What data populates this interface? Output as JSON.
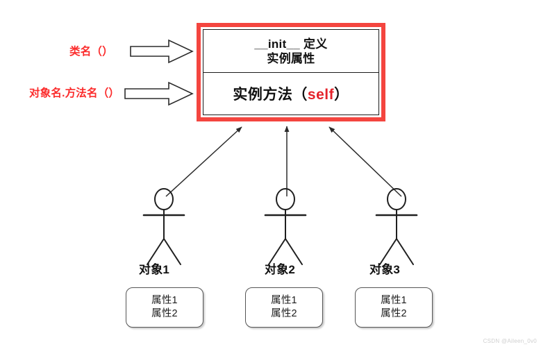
{
  "diagram": {
    "title_hidden": "Python class and object relationship diagram",
    "class_box": {
      "top_section_line1": "__init__ 定义",
      "top_section_line2": "实例属性",
      "bottom_section_prefix": "实例方法（",
      "bottom_section_keyword": "self",
      "bottom_section_suffix": "）",
      "border_color": "#f4453f",
      "keyword_color": "#e4222a"
    },
    "annotations": [
      {
        "id": "class-name",
        "text": "类名（）",
        "color": "#fb2c2c"
      },
      {
        "id": "object-method",
        "text": "对象名.方法名（）",
        "color": "#fb2c2c"
      }
    ],
    "objects": [
      {
        "label": "对象1",
        "attributes": [
          "属性1",
          "属性2"
        ]
      },
      {
        "label": "对象2",
        "attributes": [
          "属性1",
          "属性2"
        ]
      },
      {
        "label": "对象3",
        "attributes": [
          "属性1",
          "属性2"
        ]
      }
    ],
    "icons": {
      "stick_figure": "person-stick-figure-icon",
      "block_arrow": "block-arrow-right-icon",
      "instance_arrow": "instantiation-arrow-icon"
    }
  },
  "watermark": {
    "text": "CSDN @Aileen_0v0",
    "color": "#cfcfcf"
  }
}
